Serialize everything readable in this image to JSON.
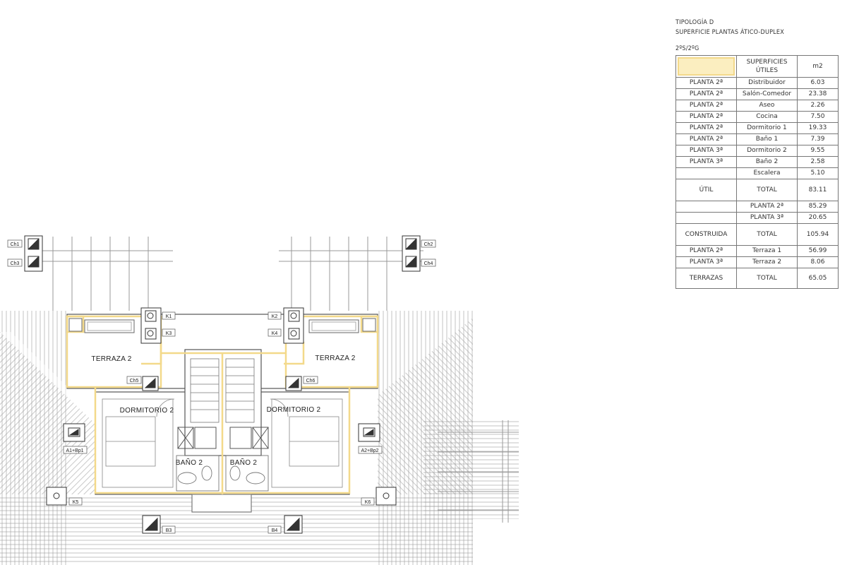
{
  "header": {
    "title_line1": "TIPOLOGÍA D",
    "title_line2": "SUPERFICIE PLANTAS ÁTICO-DUPLEX",
    "subtitle": "2ºS/2ºG"
  },
  "table": {
    "header": {
      "col2": "SUPERFICIES ÚTILES",
      "col3": "m2"
    },
    "rows": [
      {
        "c1": "PLANTA 2ª",
        "c2": "Distribuidor",
        "c3": "6.03"
      },
      {
        "c1": "PLANTA 2ª",
        "c2": "Salón-Comedor",
        "c3": "23.38"
      },
      {
        "c1": "PLANTA 2ª",
        "c2": "Aseo",
        "c3": "2.26"
      },
      {
        "c1": "PLANTA 2ª",
        "c2": "Cocina",
        "c3": "7.50"
      },
      {
        "c1": "PLANTA 2ª",
        "c2": "Dormitorio 1",
        "c3": "19.33"
      },
      {
        "c1": "PLANTA 2ª",
        "c2": "Baño 1",
        "c3": "7.39"
      },
      {
        "c1": "PLANTA 3ª",
        "c2": "Dormitorio 2",
        "c3": "9.55"
      },
      {
        "c1": "PLANTA 3ª",
        "c2": "Baño 2",
        "c3": "2.58"
      },
      {
        "c1": "",
        "c2": "Escalera",
        "c3": "5.10"
      }
    ],
    "util": {
      "label": "ÚTIL",
      "total_label": "TOTAL",
      "total": "83.11"
    },
    "built_rows": [
      {
        "c2": "PLANTA 2ª",
        "c3": "85.29"
      },
      {
        "c2": "PLANTA 3ª",
        "c3": "20.65"
      }
    ],
    "construida": {
      "label": "CONSTRUIDA",
      "total_label": "TOTAL",
      "total": "105.94"
    },
    "terrace_rows": [
      {
        "c1": "PLANTA 2ª",
        "c2": "Terraza 1",
        "c3": "56.99"
      },
      {
        "c1": "PLANTA 3ª",
        "c2": "Terraza 2",
        "c3": "8.06"
      }
    ],
    "terrazas": {
      "label": "TERRAZAS",
      "total_label": "TOTAL",
      "total": "65.05"
    }
  },
  "colors": {
    "highlight": "#f3d98a",
    "highlight_fill": "#fbeec0",
    "line": "#555555",
    "roof": "#8a8a8a"
  },
  "plan": {
    "rooms": {
      "terrace_left": "TERRAZA 2",
      "terrace_right": "TERRAZA 2",
      "bedroom_left": "DORMITORIO 2",
      "bedroom_right": "DORMITORIO 2",
      "bath_left": "BAÑO 2",
      "bath_right": "BAÑO 2"
    },
    "tags": {
      "ch1": "Ch1",
      "ch2": "Ch2",
      "ch3": "Ch3",
      "ch4": "Ch4",
      "ch5": "Ch5",
      "ch6": "Ch6",
      "k1": "K1",
      "k2": "K2",
      "k3": "K3",
      "k4": "K4",
      "k5": "K5",
      "k6": "K6",
      "a1": "A1+Bp1",
      "a2": "A2+Bp2",
      "b3": "B3",
      "b4": "B4"
    }
  }
}
